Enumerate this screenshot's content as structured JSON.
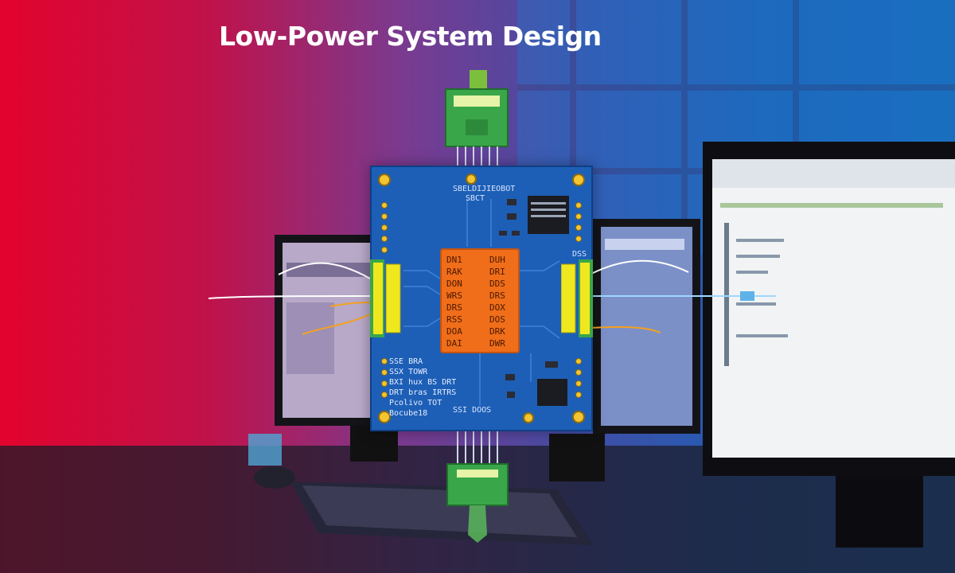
{
  "headline": {
    "text": "Low-Power System Design"
  },
  "board": {
    "top_label_line1": "SBELDIJIEOBOT",
    "top_label_line2": "SBCT",
    "core_labels_left": [
      "DN1",
      "RAK",
      "DON",
      "WRS",
      "DRS",
      "RSS",
      "DOA",
      "DAI"
    ],
    "core_labels_right": [
      "DUH",
      "DRI",
      "DDS",
      "DRS",
      "DOX",
      "DOS",
      "DRK",
      "DWR"
    ],
    "silk_lines": [
      "SSE BRA",
      "SSX TOWR",
      "BXI hux BS DRT",
      "DRT bras IRTRS",
      "Pcolivo TOT",
      "Bocube18"
    ],
    "bottom_label": "SSI DOOS",
    "right_label": "DSS"
  },
  "colors": {
    "board_blue": "#1d5fb6",
    "core_orange": "#f06d1a",
    "connector_green": "#3aa64a",
    "connector_yellow": "#f0e81f"
  }
}
